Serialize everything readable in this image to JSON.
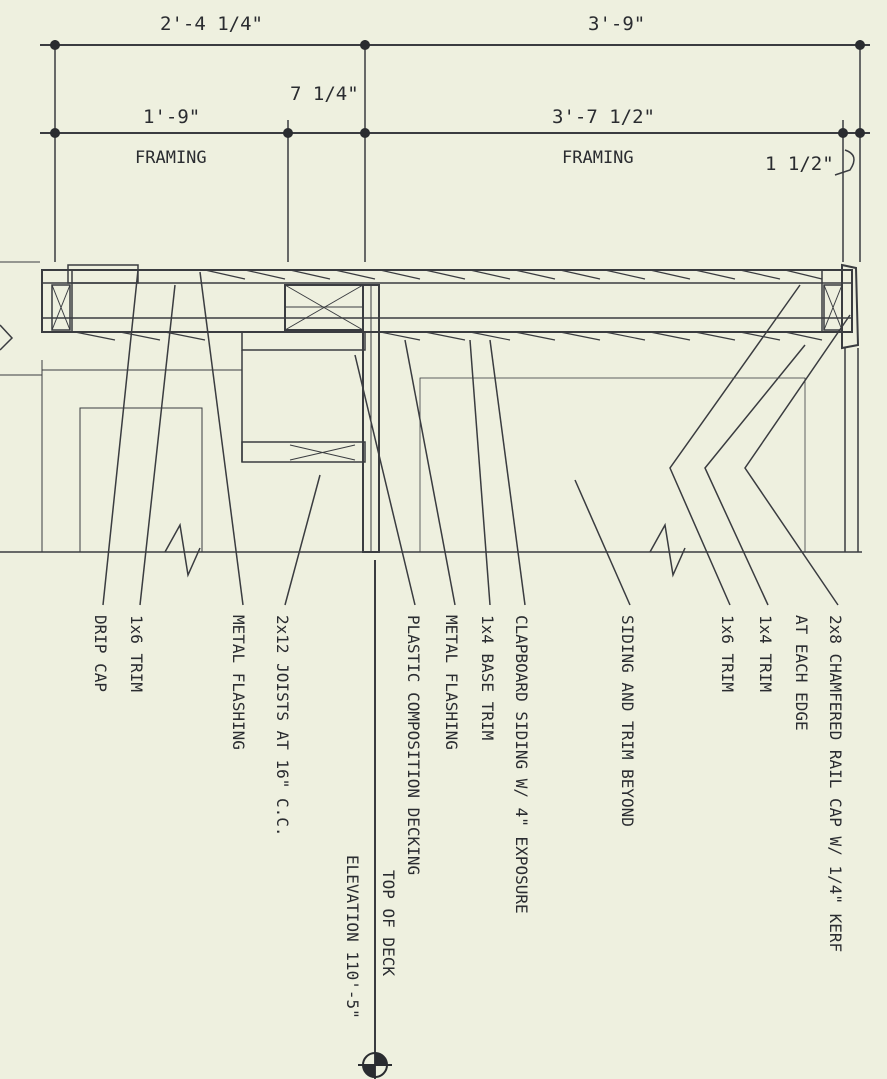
{
  "drawing": {
    "dimensions": {
      "overall_left": "2'-4 1/4\"",
      "overall_right": "3'-9\"",
      "left_framing": "1'-9\"",
      "middle": "7 1/4\"",
      "right_framing": "3'-7 1/2\"",
      "edge": "1 1/2\""
    },
    "framing_label_left": "FRAMING",
    "framing_label_right": "FRAMING",
    "notes": [
      {
        "line1": "DRIP CAP"
      },
      {
        "line1": "1x6 TRIM"
      },
      {
        "line1": "METAL FLASHING"
      },
      {
        "line1": "2x12 JOISTS AT 16\" C.C."
      },
      {
        "line1": "PLASTIC COMPOSITION DECKING"
      },
      {
        "line1": "METAL FLASHING"
      },
      {
        "line1": "1x4 BASE TRIM"
      },
      {
        "line1": "CLAPBOARD SIDING W/ 4\" EXPOSURE"
      },
      {
        "line1": "SIDING AND TRIM BEYOND"
      },
      {
        "line1": "1x6 TRIM"
      },
      {
        "line1": "1x4 TRIM"
      },
      {
        "line1": "2x8 CHAMFERED RAIL CAP W/ 1/4\" KERF"
      },
      {
        "line1": "AT EACH EDGE"
      }
    ],
    "elevation": {
      "line1": "TOP OF DECK",
      "line2": "ELEVATION 110'-5\""
    }
  }
}
